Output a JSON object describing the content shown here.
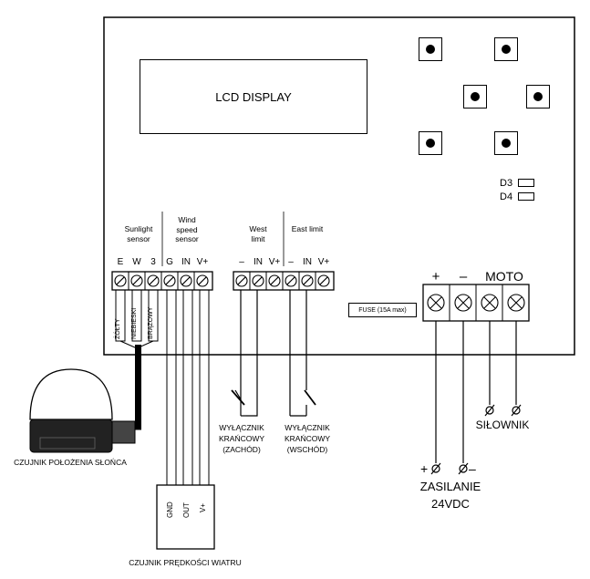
{
  "lcd": {
    "label": "LCD DISPLAY"
  },
  "leds": {
    "d3": "D3",
    "d4": "D4"
  },
  "headers": {
    "sunlight": "Sunlight sensor",
    "wind": "Wind speed sensor",
    "west": "West limit",
    "east": "East limit"
  },
  "terminals": {
    "sunlight": [
      "E",
      "W",
      "3"
    ],
    "wind": [
      "G",
      "IN",
      "V+"
    ],
    "west": [
      "–",
      "IN",
      "V+"
    ],
    "east": [
      "–",
      "IN",
      "V+"
    ]
  },
  "wires": {
    "yellow": "ŻÓŁTY",
    "blue": "NIEBIESKI",
    "brown": "BRĄZOWY"
  },
  "fuse": "FUSE (15A max)",
  "power_block": {
    "plus": "+",
    "minus": "–",
    "moto": "MOTO"
  },
  "wind_sensor": {
    "pins": [
      "GND",
      "OUT",
      "V+"
    ],
    "caption": "CZUJNIK PRĘDKOŚCI WIATRU"
  },
  "sun_sensor_caption": "CZUJNIK POŁOŻENIA SŁOŃCA",
  "limit_west": [
    "WYŁĄCZNIK",
    "KRAŃCOWY",
    "(ZACHÓD)"
  ],
  "limit_east": [
    "WYŁĄCZNIK",
    "KRAŃCOWY",
    "(WSCHÓD)"
  ],
  "actuator": "SIŁOWNIK",
  "supply": {
    "plus": "+",
    "minus": "–",
    "line1": "ZASILANIE",
    "line2": "24VDC"
  }
}
